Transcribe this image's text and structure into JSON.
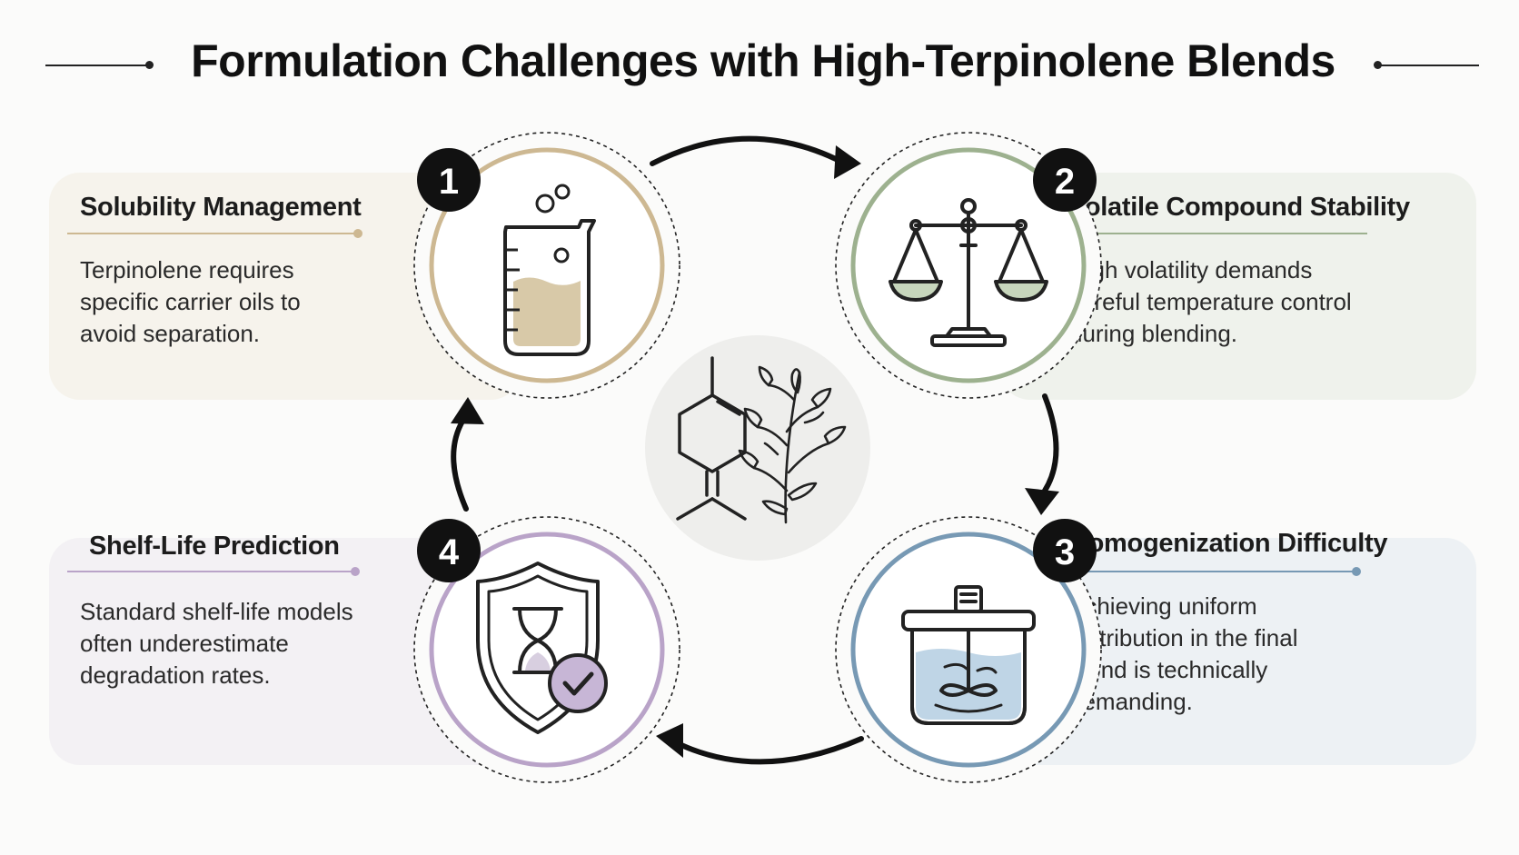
{
  "title": "Formulation Challenges with High-Terpinolene Blends",
  "colors": {
    "tan": "#cdb892",
    "sage": "#9db18f",
    "steel": "#7799b4",
    "lavender": "#b9a3c8",
    "badge": "#111111",
    "arrow": "#111111"
  },
  "steps": [
    {
      "number": "1",
      "title": "Solubility Management",
      "description_lines": [
        "Terpinolene requires",
        "specific carrier oils to",
        "avoid separation."
      ],
      "icon": "beaker-icon"
    },
    {
      "number": "2",
      "title": "Volatile Compound Stability",
      "description_lines": [
        "High volatility demands",
        "careful temperature control",
        "during blending."
      ],
      "icon": "balance-scale-icon"
    },
    {
      "number": "3",
      "title": "Homogenization Difficulty",
      "description_lines": [
        "Achieving uniform",
        "distribution in the final",
        "blend is technically",
        "demanding."
      ],
      "icon": "mixing-vessel-icon"
    },
    {
      "number": "4",
      "title": "Shelf-Life Prediction",
      "description_lines": [
        "Standard shelf-life models",
        "often underestimate",
        "degradation rates."
      ],
      "icon": "shield-hourglass-icon"
    }
  ],
  "center": {
    "icons": [
      "terpinolene-molecule-icon",
      "herb-sprig-icon"
    ]
  }
}
